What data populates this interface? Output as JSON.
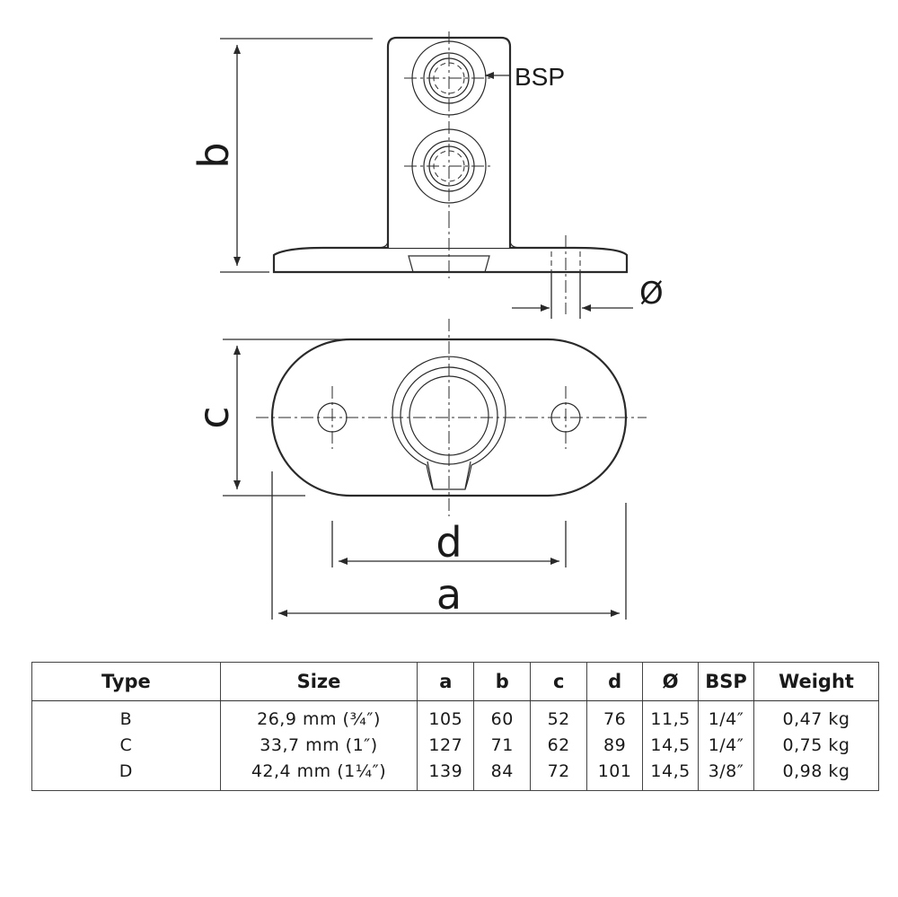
{
  "drawing": {
    "labels": {
      "a": "a",
      "b": "b",
      "c": "c",
      "d": "d",
      "phi": "Ø",
      "bsp": "BSP"
    }
  },
  "table": {
    "headers": [
      "Type",
      "Size",
      "a",
      "b",
      "c",
      "d",
      "Ø",
      "BSP",
      "Weight"
    ],
    "rows": [
      [
        "B",
        "26,9 mm (¾″)",
        "105",
        "60",
        "52",
        "76",
        "11,5",
        "1/4″",
        "0,47 kg"
      ],
      [
        "C",
        "33,7 mm (1″)",
        "127",
        "71",
        "62",
        "89",
        "14,5",
        "1/4″",
        "0,75 kg"
      ],
      [
        "D",
        "42,4 mm (1¼″)",
        "139",
        "84",
        "72",
        "101",
        "14,5",
        "3/8″",
        "0,98 kg"
      ]
    ]
  }
}
